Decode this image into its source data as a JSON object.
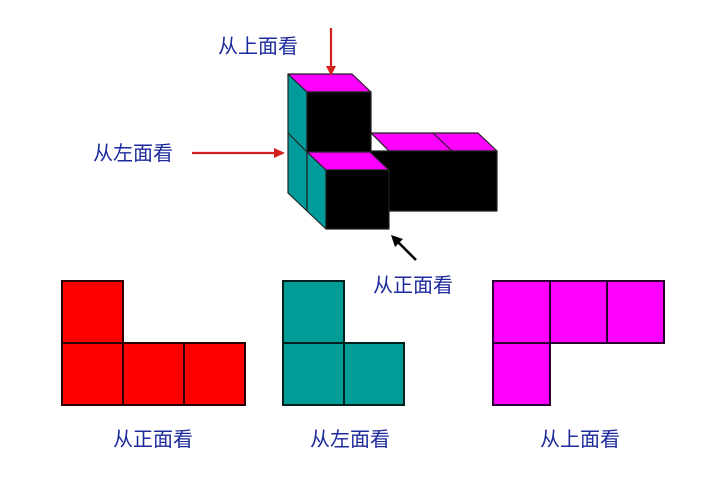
{
  "solid": {
    "label_top": "从上面看",
    "label_left": "从左面看",
    "label_front": "从正面看",
    "colors": {
      "top_face": "#ff00ff",
      "side_face": "#009c9c",
      "front_face": "#000000",
      "arrow_red": "#d62020",
      "arrow_black": "#000000"
    }
  },
  "views": [
    {
      "label": "从正面看",
      "color": "#ff0000",
      "cells": [
        [
          0,
          0
        ],
        [
          0,
          1
        ],
        [
          1,
          1
        ],
        [
          2,
          1
        ]
      ]
    },
    {
      "label": "从左面看",
      "color": "#009c96",
      "cells": [
        [
          0,
          0
        ],
        [
          0,
          1
        ],
        [
          1,
          1
        ]
      ]
    },
    {
      "label": "从上面看",
      "color": "#ff00ff",
      "cells": [
        [
          0,
          0
        ],
        [
          1,
          0
        ],
        [
          2,
          0
        ],
        [
          0,
          1
        ]
      ]
    }
  ],
  "text_color": "#1c2a9c"
}
